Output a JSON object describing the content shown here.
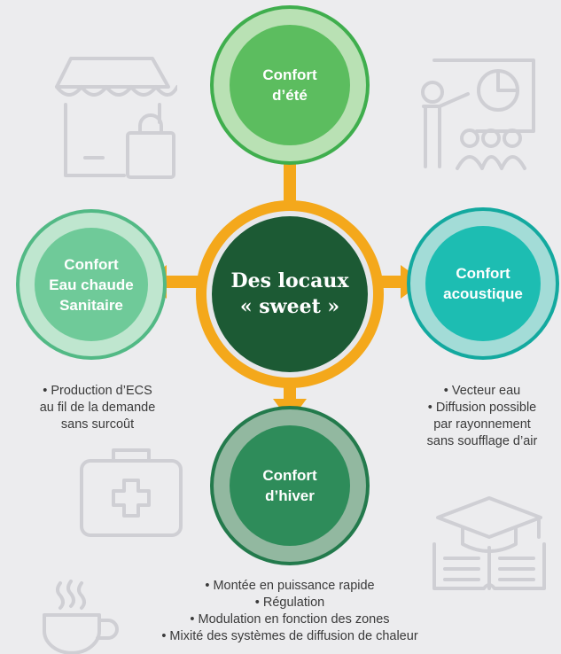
{
  "center": {
    "line1": "Des locaux",
    "line2": "« sweet »"
  },
  "nodes": {
    "top": {
      "line1": "Confort",
      "line2": "d’été"
    },
    "left": {
      "line1": "Confort",
      "line2": "Eau chaude",
      "line3": "Sanitaire"
    },
    "right": {
      "line1": "Confort",
      "line2": "acoustique"
    },
    "bottom": {
      "line1": "Confort",
      "line2": "d’hiver"
    }
  },
  "descriptions": {
    "left": [
      "• Production d’ECS",
      "au fil de la demande",
      "sans surcoût"
    ],
    "right": [
      "• Vecteur eau",
      "• Diffusion possible",
      "par  rayonnement",
      "sans soufflage d’air"
    ],
    "bottom": [
      "• Montée en puissance rapide",
      "• Régulation",
      "• Modulation en fonction des zones",
      "• Mixité des systèmes de diffusion de chaleur"
    ]
  },
  "colors": {
    "background": "#ececee",
    "arrow": "#f4a81b",
    "center": "#1c5a34",
    "summer": "#5cbd5f",
    "hot_water": "#6fca99",
    "acoustic": "#1dbdb2",
    "winter": "#2e8c5a"
  },
  "background_icons": [
    "shop-icon",
    "presentation-icon",
    "first-aid-kit-icon",
    "education-icon",
    "coffee-cup-icon"
  ]
}
